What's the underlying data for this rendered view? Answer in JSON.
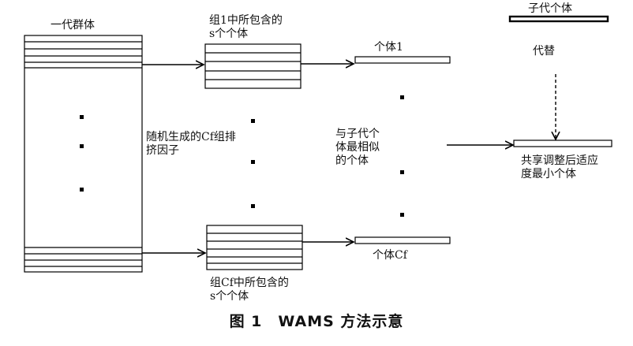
{
  "labels": {
    "parent_population": "一代群体",
    "group1_contains": "组1中所包含的s个个体",
    "individual_1": "个体1",
    "child_individual": "子代个体",
    "replace": "代替",
    "random_cf": "随机生成的Cf组排挤因子",
    "most_similar": "与子代个体最相似的个体",
    "shared_adjusted": "共享调整后适应度最小个体",
    "individual_cf": "个体Cf",
    "groupcf_contains": "组Cf中所包含的s个个体"
  },
  "caption": "图 1　WAMS 方法示意"
}
